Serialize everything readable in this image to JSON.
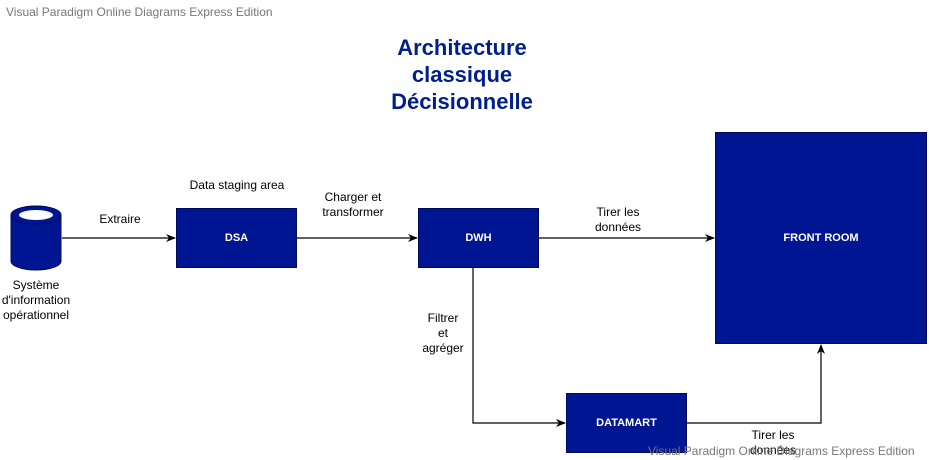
{
  "watermark": {
    "top": "Visual Paradigm Online Diagrams Express Edition",
    "bottom": "Visual Paradigm Online Diagrams Express Edition"
  },
  "title": {
    "line1": "Architecture",
    "line2": "classique",
    "line3": "Décisionnelle"
  },
  "colors": {
    "box_fill": "#001591",
    "title": "#001f8c"
  },
  "nodes": {
    "source": {
      "line1": "Système",
      "line2": "d'information",
      "line3": "opérationnel"
    },
    "dsa": "DSA",
    "dwh": "DWH",
    "front_room": "FRONT ROOM",
    "datamart": "DATAMART"
  },
  "labels": {
    "staging": "Data staging area",
    "extraire": "Extraire",
    "charger": {
      "line1": "Charger et",
      "line2": "transformer"
    },
    "tirer1": {
      "line1": "Tirer les",
      "line2": "données"
    },
    "filtrer": {
      "line1": "Filtrer",
      "line2": "et",
      "line3": "agréger"
    },
    "tirer2": {
      "line1": "Tirer les",
      "line2": "données"
    }
  }
}
